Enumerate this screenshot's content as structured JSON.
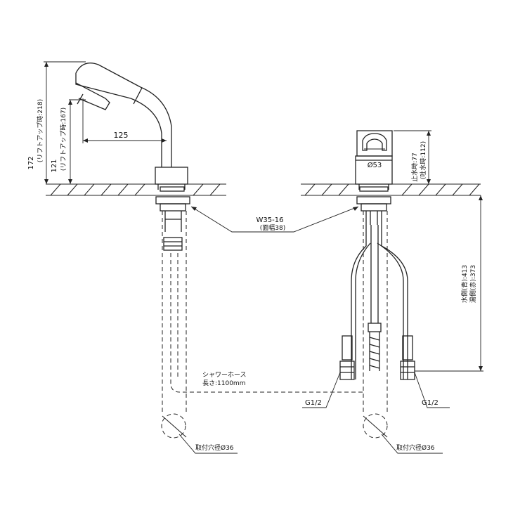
{
  "dims": {
    "spout_reach": "125",
    "total_height_main": "172",
    "total_height_lift": "(リフトアップ時:218)",
    "outlet_height_main": "121",
    "outlet_height_lift": "(リフトアップ時:167)",
    "body_diameter": "Ø53",
    "stop_height_main": "止水時:77",
    "stop_height_open": "(吐水時:112)",
    "thread_spec": "W35-16",
    "thread_width": "(面幅38)",
    "hose_label": "シャワーホース",
    "hose_length": "長さ:1100mm",
    "hose_water": "水側(青):413",
    "hose_hot": "湯側(赤):373",
    "connection_left": "G1/2",
    "connection_right": "G1/2",
    "mount_hole_left": "取付穴径Ø36",
    "mount_hole_right": "取付穴径Ø36"
  }
}
